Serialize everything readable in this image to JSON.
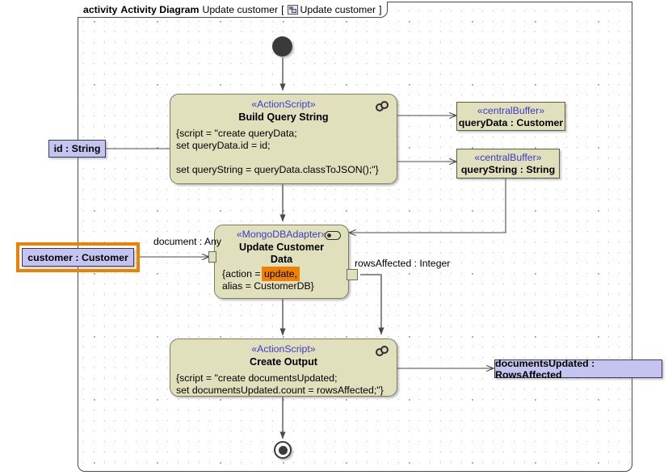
{
  "frame": {
    "keyword": "activity",
    "diagram_kind": "Activity Diagram",
    "diagram_name": "Update customer",
    "bracket_open": "[",
    "context_name": "Update customer",
    "bracket_close": "]",
    "icon": "activity-diagram-icon"
  },
  "colors": {
    "action_fill": "#e1e0bd",
    "action_border": "#7d7d5e",
    "parameter_fill": "#c5c4f0",
    "parameter_border": "#3a3a5a",
    "stereotype_text": "#3a3ac8",
    "selection": "#f08000",
    "edge": "#4a4a4a"
  },
  "nodes": {
    "initial": {
      "name": "initial-node"
    },
    "final": {
      "name": "activity-final-node"
    },
    "build_query_string": {
      "stereotype": "«ActionScript»",
      "title": "Build Query String",
      "body": [
        "{script = \"create queryData;",
        "set queryData.id = id;",
        "",
        "set queryString = queryData.classToJSON();\"}"
      ],
      "icon": "action-script-icon"
    },
    "update_customer_data": {
      "stereotype": "«MongoDBAdapter»",
      "title_line1": "Update Customer",
      "title_line2": "Data",
      "body_prefix": "{action = ",
      "body_highlight": "update,",
      "body_line2": "alias = CustomerDB}",
      "icon": "mongodb-adapter-icon"
    },
    "create_output": {
      "stereotype": "«ActionScript»",
      "title": "Create Output",
      "body": [
        "{script = \"create documentsUpdated;",
        "set documentsUpdated.count = rowsAffected;\"}"
      ],
      "icon": "action-script-icon"
    },
    "query_data_buffer": {
      "stereotype": "«centralBuffer»",
      "title": "queryData : Customer"
    },
    "query_string_buffer": {
      "stereotype": "«centralBuffer»",
      "title": "queryString : String"
    },
    "id_parameter": {
      "label": "id : String",
      "selected": false
    },
    "customer_parameter": {
      "label": "customer : Customer",
      "selected": true
    },
    "documents_updated_parameter": {
      "label": "documentsUpdated : RowsAffected",
      "selected": false
    }
  },
  "edge_labels": {
    "document_any": "document : Any",
    "rows_affected": "rowsAffected : Integer"
  }
}
